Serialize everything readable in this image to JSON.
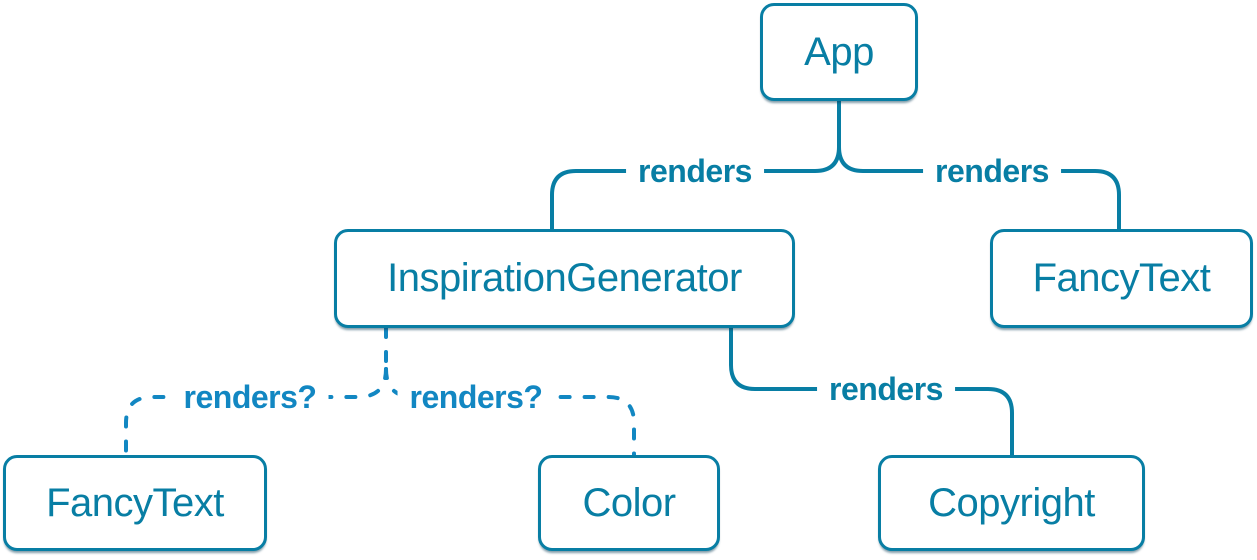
{
  "colors": {
    "solid": "#087EA4",
    "dashed": "#1287C2",
    "node_bg": "#FFFFFF",
    "page_bg": "#FFFFFF"
  },
  "nodes": {
    "app": "App",
    "inspiration_generator": "InspirationGenerator",
    "fancy_text_top": "FancyText",
    "fancy_text_bottom": "FancyText",
    "color": "Color",
    "copyright": "Copyright"
  },
  "edges": {
    "app_to_inspiration_generator": "renders",
    "app_to_fancy_text": "renders",
    "inspiration_generator_to_fancy_text": "renders?",
    "inspiration_generator_to_color": "renders?",
    "inspiration_generator_to_copyright": "renders"
  }
}
